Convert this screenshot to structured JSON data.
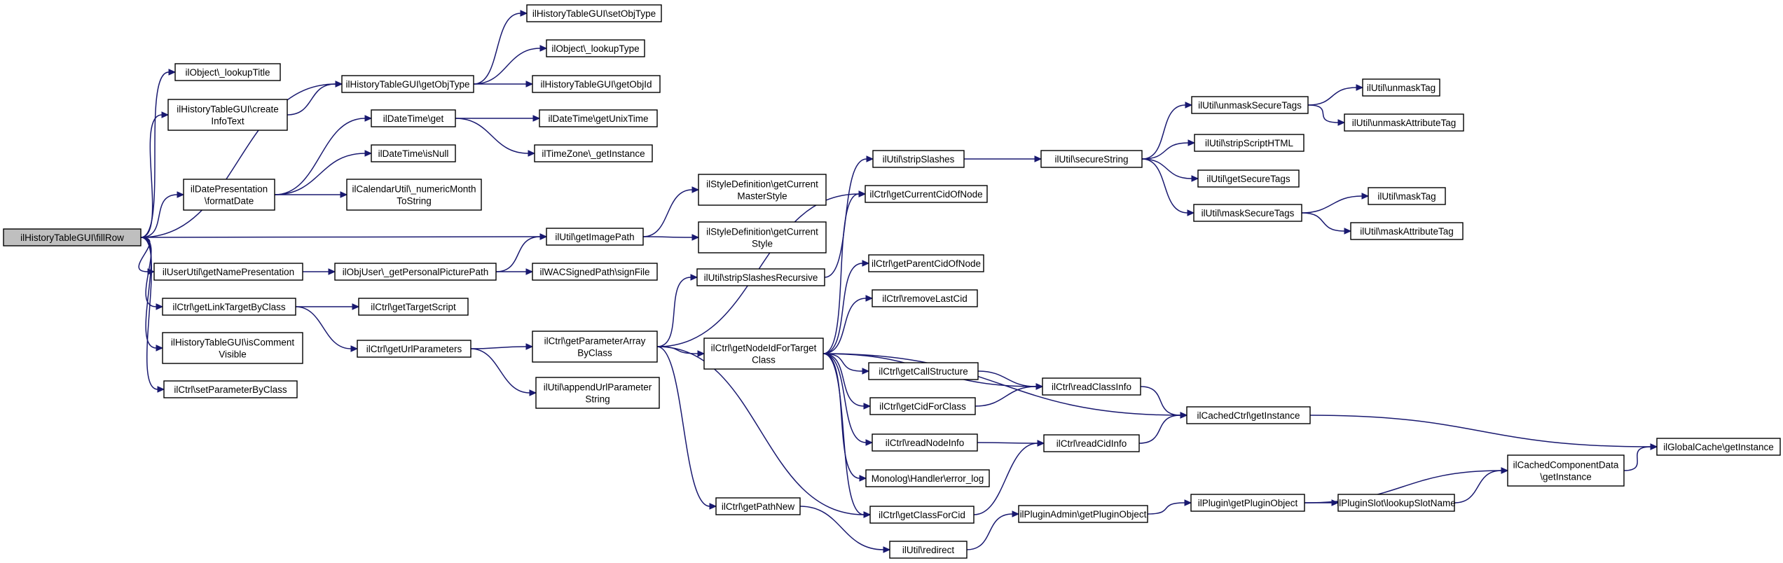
{
  "nodes": [
    {
      "id": "n0",
      "lines": [
        "ilHistoryTableGUI\\fillRow"
      ],
      "root": true
    },
    {
      "id": "n1",
      "lines": [
        "ilObject\\_lookupTitle"
      ]
    },
    {
      "id": "n2",
      "lines": [
        "ilHistoryTableGUI\\create",
        "InfoText"
      ]
    },
    {
      "id": "n3",
      "lines": [
        "ilHistoryTableGUI\\getObjType"
      ]
    },
    {
      "id": "n4",
      "lines": [
        "ilHistoryTableGUI\\setObjType"
      ]
    },
    {
      "id": "n5",
      "lines": [
        "ilObject\\_lookupType"
      ]
    },
    {
      "id": "n6",
      "lines": [
        "ilHistoryTableGUI\\getObjId"
      ]
    },
    {
      "id": "n7",
      "lines": [
        "ilDatePresentation",
        "\\formatDate"
      ]
    },
    {
      "id": "n8",
      "lines": [
        "ilDateTime\\get"
      ]
    },
    {
      "id": "n9",
      "lines": [
        "ilDateTime\\getUnixTime"
      ]
    },
    {
      "id": "n10",
      "lines": [
        "ilTimeZone\\_getInstance"
      ]
    },
    {
      "id": "n11",
      "lines": [
        "ilDateTime\\isNull"
      ]
    },
    {
      "id": "n12",
      "lines": [
        "ilCalendarUtil\\_numericMonth",
        "ToString"
      ]
    },
    {
      "id": "n13",
      "lines": [
        "ilUtil\\getImagePath"
      ]
    },
    {
      "id": "n14",
      "lines": [
        "ilStyleDefinition\\getCurrent",
        "MasterStyle"
      ]
    },
    {
      "id": "n15",
      "lines": [
        "ilStyleDefinition\\getCurrent",
        "Style"
      ]
    },
    {
      "id": "n16",
      "lines": [
        "ilUserUtil\\getNamePresentation"
      ]
    },
    {
      "id": "n17",
      "lines": [
        "ilObjUser\\_getPersonalPicturePath"
      ]
    },
    {
      "id": "n18",
      "lines": [
        "ilWACSignedPath\\signFile"
      ]
    },
    {
      "id": "n19",
      "lines": [
        "ilCtrl\\getLinkTargetByClass"
      ]
    },
    {
      "id": "n20",
      "lines": [
        "ilCtrl\\getTargetScript"
      ]
    },
    {
      "id": "n21",
      "lines": [
        "ilCtrl\\getUrlParameters"
      ]
    },
    {
      "id": "n22",
      "lines": [
        "ilHistoryTableGUI\\isComment",
        "Visible"
      ]
    },
    {
      "id": "n23",
      "lines": [
        "ilCtrl\\setParameterByClass"
      ]
    },
    {
      "id": "n24",
      "lines": [
        "ilCtrl\\getParameterArray",
        "ByClass"
      ]
    },
    {
      "id": "n25",
      "lines": [
        "ilUtil\\appendUrlParameter",
        "String"
      ]
    },
    {
      "id": "n26",
      "lines": [
        "ilUtil\\stripSlashesRecursive"
      ]
    },
    {
      "id": "n27",
      "lines": [
        "ilCtrl\\getNodeIdForTarget",
        "Class"
      ]
    },
    {
      "id": "n28",
      "lines": [
        "ilCtrl\\getPathNew"
      ]
    },
    {
      "id": "n29",
      "lines": [
        "ilUtil\\stripSlashes"
      ]
    },
    {
      "id": "n30",
      "lines": [
        "ilCtrl\\getCurrentCidOfNode"
      ]
    },
    {
      "id": "n31",
      "lines": [
        "ilCtrl\\getParentCidOfNode"
      ]
    },
    {
      "id": "n32",
      "lines": [
        "ilCtrl\\removeLastCid"
      ]
    },
    {
      "id": "n33",
      "lines": [
        "ilCtrl\\getCallStructure"
      ]
    },
    {
      "id": "n34",
      "lines": [
        "ilCtrl\\getCidForClass"
      ]
    },
    {
      "id": "n35",
      "lines": [
        "ilCtrl\\readNodeInfo"
      ]
    },
    {
      "id": "n36",
      "lines": [
        "Monolog\\Handler\\error_log"
      ]
    },
    {
      "id": "n37",
      "lines": [
        "ilCtrl\\getClassForCid"
      ]
    },
    {
      "id": "n38",
      "lines": [
        "ilUtil\\redirect"
      ]
    },
    {
      "id": "n39",
      "lines": [
        "ilUtil\\secureString"
      ]
    },
    {
      "id": "n40",
      "lines": [
        "ilUtil\\unmaskSecureTags"
      ]
    },
    {
      "id": "n41",
      "lines": [
        "ilUtil\\unmaskTag"
      ]
    },
    {
      "id": "n42",
      "lines": [
        "ilUtil\\unmaskAttributeTag"
      ]
    },
    {
      "id": "n43",
      "lines": [
        "ilUtil\\stripScriptHTML"
      ]
    },
    {
      "id": "n44",
      "lines": [
        "ilUtil\\getSecureTags"
      ]
    },
    {
      "id": "n45",
      "lines": [
        "ilUtil\\maskSecureTags"
      ]
    },
    {
      "id": "n46",
      "lines": [
        "ilUtil\\maskTag"
      ]
    },
    {
      "id": "n47",
      "lines": [
        "ilUtil\\maskAttributeTag"
      ]
    },
    {
      "id": "n48",
      "lines": [
        "ilCtrl\\readClassInfo"
      ]
    },
    {
      "id": "n49",
      "lines": [
        "ilCtrl\\readCidInfo"
      ]
    },
    {
      "id": "n50",
      "lines": [
        "ilCachedCtrl\\getInstance"
      ]
    },
    {
      "id": "n51",
      "lines": [
        "ilGlobalCache\\getInstance"
      ]
    },
    {
      "id": "n52",
      "lines": [
        "ilPluginAdmin\\getPluginObject"
      ]
    },
    {
      "id": "n53",
      "lines": [
        "ilPlugin\\getPluginObject"
      ]
    },
    {
      "id": "n54",
      "lines": [
        "ilPluginSlot\\lookupSlotName"
      ]
    },
    {
      "id": "n55",
      "lines": [
        "ilCachedComponentData",
        "\\getInstance"
      ]
    }
  ],
  "edges": [
    [
      "n0",
      "n1"
    ],
    [
      "n0",
      "n2"
    ],
    [
      "n0",
      "n3"
    ],
    [
      "n0",
      "n7"
    ],
    [
      "n0",
      "n13"
    ],
    [
      "n0",
      "n16"
    ],
    [
      "n0",
      "n19"
    ],
    [
      "n0",
      "n22"
    ],
    [
      "n0",
      "n23"
    ],
    [
      "n2",
      "n3"
    ],
    [
      "n3",
      "n4"
    ],
    [
      "n3",
      "n5"
    ],
    [
      "n3",
      "n6"
    ],
    [
      "n7",
      "n8"
    ],
    [
      "n7",
      "n11"
    ],
    [
      "n7",
      "n12"
    ],
    [
      "n8",
      "n9"
    ],
    [
      "n8",
      "n10"
    ],
    [
      "n13",
      "n14"
    ],
    [
      "n13",
      "n15"
    ],
    [
      "n16",
      "n17"
    ],
    [
      "n17",
      "n13"
    ],
    [
      "n17",
      "n18"
    ],
    [
      "n19",
      "n20"
    ],
    [
      "n19",
      "n21"
    ],
    [
      "n21",
      "n24"
    ],
    [
      "n21",
      "n25"
    ],
    [
      "n24",
      "n26"
    ],
    [
      "n24",
      "n27"
    ],
    [
      "n24",
      "n28"
    ],
    [
      "n24",
      "n30"
    ],
    [
      "n24",
      "n37"
    ],
    [
      "n26",
      "n29"
    ],
    [
      "n29",
      "n39"
    ],
    [
      "n39",
      "n40"
    ],
    [
      "n39",
      "n43"
    ],
    [
      "n39",
      "n44"
    ],
    [
      "n39",
      "n45"
    ],
    [
      "n40",
      "n41"
    ],
    [
      "n40",
      "n42"
    ],
    [
      "n45",
      "n46"
    ],
    [
      "n45",
      "n47"
    ],
    [
      "n27",
      "n30"
    ],
    [
      "n27",
      "n31"
    ],
    [
      "n27",
      "n32"
    ],
    [
      "n27",
      "n33"
    ],
    [
      "n27",
      "n34"
    ],
    [
      "n27",
      "n35"
    ],
    [
      "n27",
      "n36"
    ],
    [
      "n27",
      "n37"
    ],
    [
      "n27",
      "n48"
    ],
    [
      "n27",
      "n50"
    ],
    [
      "n33",
      "n48"
    ],
    [
      "n34",
      "n48"
    ],
    [
      "n35",
      "n49"
    ],
    [
      "n37",
      "n49"
    ],
    [
      "n48",
      "n50"
    ],
    [
      "n49",
      "n50"
    ],
    [
      "n50",
      "n51"
    ],
    [
      "n28",
      "n38"
    ],
    [
      "n38",
      "n52"
    ],
    [
      "n52",
      "n53"
    ],
    [
      "n53",
      "n54"
    ],
    [
      "n53",
      "n55"
    ],
    [
      "n54",
      "n55"
    ],
    [
      "n55",
      "n51"
    ]
  ]
}
